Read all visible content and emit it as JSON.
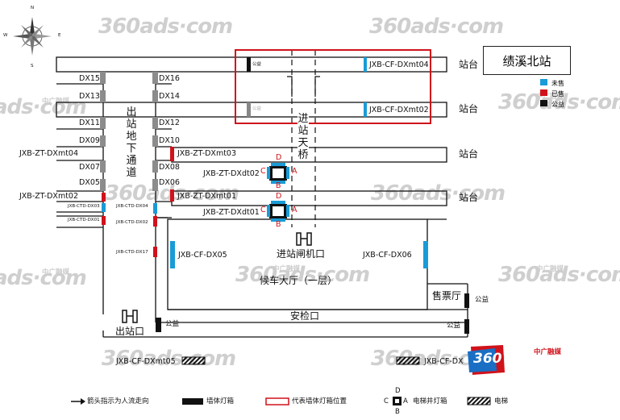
{
  "station_name": "绩溪北站",
  "platform_label": "站台",
  "key": {
    "unsold": "未售",
    "sold": "已售",
    "public": "公益",
    "colors": {
      "unsold": "#1a9bd7",
      "sold": "#d0121b",
      "public": "#111111"
    }
  },
  "labels": {
    "exit_underpass": "出站地下通道",
    "entry_bridge": "进站天桥",
    "gate": "进站闸机口",
    "hall": "候车大厅（一层）",
    "ticket": "售票厅",
    "security": "安检口",
    "exit": "出站口",
    "public": "公益"
  },
  "dx_left": [
    "DX15",
    "DX13",
    "DX11",
    "DX09",
    "DX07",
    "DX05"
  ],
  "dx_right": [
    "DX16",
    "DX14",
    "DX12",
    "DX10",
    "DX08",
    "DX06"
  ],
  "ads": {
    "mt04_top": "JXB-CF-DXmt04",
    "mt02_top": "JXB-CF-DXmt02",
    "zt_mt04": "JXB-ZT-DXmt04",
    "zt_mt02": "JXB-ZT-DXmt02",
    "zt_mt03": "JXB-ZT-DXmt03",
    "zt_mt01": "JXB-ZT-DXmt01",
    "zt_dt02": "JXB-ZT-DXdt02",
    "zt_dt01": "JXB-ZT-DXdt01",
    "ctd03": "JXB-CTD-DX03",
    "ctd01": "JXB-CTD-DX01",
    "ctd04": "JXB-CTD-DX04",
    "ctd02": "JXB-CTD-DX02",
    "ctd17": "JXB-CTD-DX17",
    "cf05": "JXB-CF-DX05",
    "cf06": "JXB-CF-DX06",
    "mt05": "JXB-CF-DXmt05",
    "dx_bottom": "JXB-CF-DX"
  },
  "elevator_letters": {
    "a": "A",
    "b": "B",
    "c": "C",
    "d": "D"
  },
  "compass": {
    "n": "N",
    "s": "S",
    "w": "W",
    "e": "E"
  },
  "watermark": {
    "main": "360ads·com",
    "alt": "ads·com",
    "cn": "中广融媒",
    "logo": "360"
  },
  "legend": {
    "arrow": "箭头指示为人流走向",
    "wall": "墙体灯箱",
    "red_box": "代表墙体灯箱位置",
    "elevator_box": "电梯井灯箱",
    "elevator": "电梯"
  }
}
